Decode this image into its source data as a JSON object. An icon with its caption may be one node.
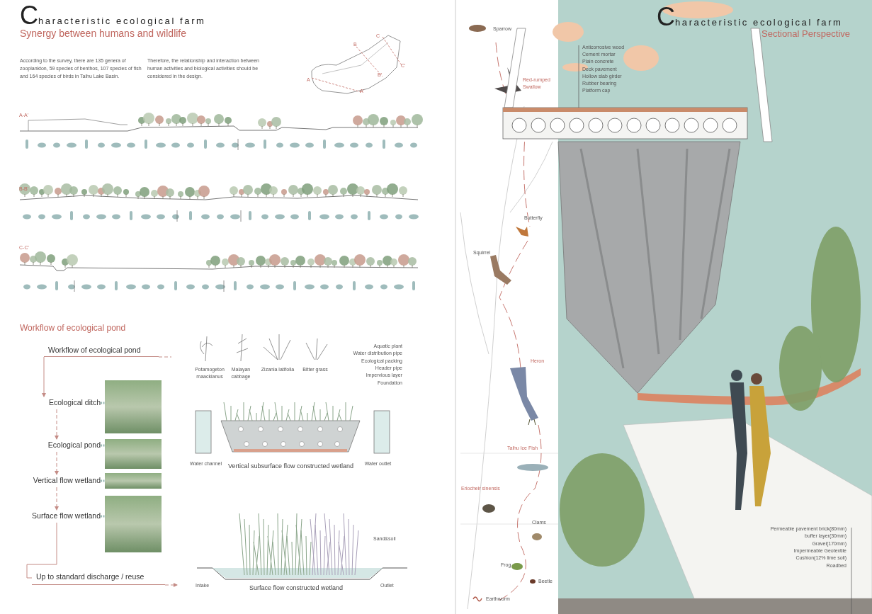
{
  "diagram": {
    "title": "Characteristic ecological farm",
    "nodes": [
      {
        "text": [
          "Workflow of ecological pond"
        ]
      },
      {
        "text": [
          "Ecological ditch"
        ]
      },
      {
        "text": [
          "Ecological pond"
        ]
      },
      {
        "text": [
          "Vertical flow wetland"
        ]
      },
      {
        "text": [
          "Surface flow wetland"
        ]
      },
      {
        "text": [
          "Up to standard discharge / reuse"
        ]
      },
      {
        "text": [],
        "shape": "picture"
      },
      {
        "text": [],
        "shape": "picture"
      },
      {
        "text": [],
        "shape": "picture"
      },
      {
        "text": [],
        "shape": "picture"
      }
    ],
    "edges": [
      {
        "from": 0,
        "to": 1,
        "arrow": "to"
      },
      {
        "from": 0,
        "to": null,
        "arrow": "none",
        "style": "dashed"
      },
      {
        "from": 1,
        "to": 2,
        "arrow": "to",
        "style": "dashed"
      },
      {
        "from": 2,
        "to": 3,
        "arrow": "to",
        "style": "dashed"
      },
      {
        "from": 3,
        "to": 4,
        "arrow": "to",
        "style": "dashed"
      },
      {
        "from": 4,
        "to": 5,
        "arrow": "none"
      },
      {
        "from": 5,
        "to": null,
        "arrow": "to",
        "style": "dashed"
      },
      {
        "from": 1,
        "to": 6,
        "arrow": "none",
        "style": "dashed",
        "color": "#9bbcb6"
      },
      {
        "from": 2,
        "to": 7,
        "arrow": "none",
        "style": "dashed",
        "color": "#9bbcb6"
      },
      {
        "from": 3,
        "to": 8,
        "arrow": "none",
        "style": "dashed",
        "color": "#9bbcb6"
      },
      {
        "from": 4,
        "to": 9,
        "arrow": "none",
        "style": "dashed",
        "color": "#9bbcb6"
      }
    ],
    "labels": [
      "Synergy between humans and wildlife",
      "According to the survey, there are 135 genera of zooplankton, 59 species of benthos, 107 species of fish and 164 species of birds in Taihu Lake Basin.",
      "Therefore, the relationship and interaction between human activities and biological activities should be considered in the design.",
      "A",
      "A'",
      "B",
      "B'",
      "C",
      "C'",
      "A-A'",
      "B-B'",
      "C-C'",
      "Workflow of ecological pond",
      "Potamogeton maackianus",
      "Malayan cabbage",
      "Zizania latifolia",
      "Bitter grass",
      "Aquatic plant",
      "Water distribution pipe",
      "Ecological packing",
      "Header pipe",
      "Impervious layer",
      "Foundation",
      "Water channel",
      "Vertical subsurface flow constructed wetland",
      "Water outlet",
      "Sand&soil",
      "Intake",
      "Surface flow constructed wetland",
      "Outlet",
      "Characteristic ecological farm",
      "Sectional Perspective",
      "Sparrow",
      "Red-rumped Swallow",
      "Butterfly",
      "Squirrel",
      "Heron",
      "Taihu Ice Fish",
      "Eriocheir sinensis",
      "Clams",
      "Frog",
      "Beetle",
      "Earthworm",
      "Anticorrosive wood",
      "Cement mortar",
      "Plain concrete",
      "Deck pavement",
      "Hollow slab girder",
      "Rubber bearing",
      "Platform cap",
      "Permeable pavement brick(80mm)",
      "buffer layer(30mm)",
      "Gravel(170mm)",
      "Impermeable Geotextile",
      "Cushion(12% lime soil)",
      "Roadbed"
    ]
  }
}
